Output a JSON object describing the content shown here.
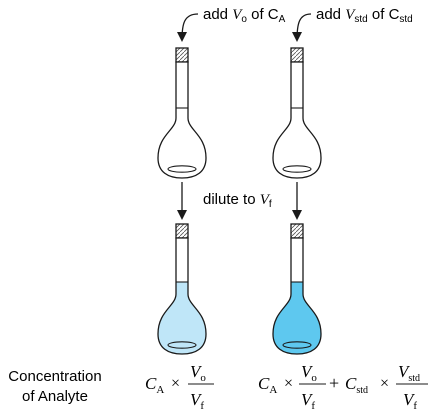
{
  "instructions": {
    "left_label": {
      "pre": "add ",
      "var": "V",
      "var_sub": "o",
      "mid": " of C",
      "mid_sub": "A"
    },
    "right_label": {
      "pre": "add ",
      "var": "V",
      "var_sub": "std",
      "mid": " of C",
      "mid_sub": "std"
    },
    "dilute_label": {
      "pre": "dilute to ",
      "var": "V",
      "var_sub": "f"
    }
  },
  "row_label": {
    "line1": "Concentration",
    "line2": "of Analyte"
  },
  "formula_left": {
    "c": "C",
    "c_sub": "A",
    "times": "×",
    "num_v": "V",
    "num_sub": "o",
    "den_v": "V",
    "den_sub": "f"
  },
  "formula_right": {
    "c": "C",
    "c_sub": "A",
    "times": "×",
    "num_v": "V",
    "num_sub": "o",
    "den_v": "V",
    "den_sub": "f",
    "plus": "+",
    "c2": "C",
    "c2_sub": "std",
    "times2": "×",
    "num2_v": "V",
    "num2_sub": "std",
    "den2_v": "V",
    "den2_sub": "f"
  },
  "colors": {
    "outline": "#1a1a1a",
    "solution_light": "#bfe6f8",
    "solution_dark": "#5ec8ef",
    "stopper_fill": "#ffffff"
  }
}
